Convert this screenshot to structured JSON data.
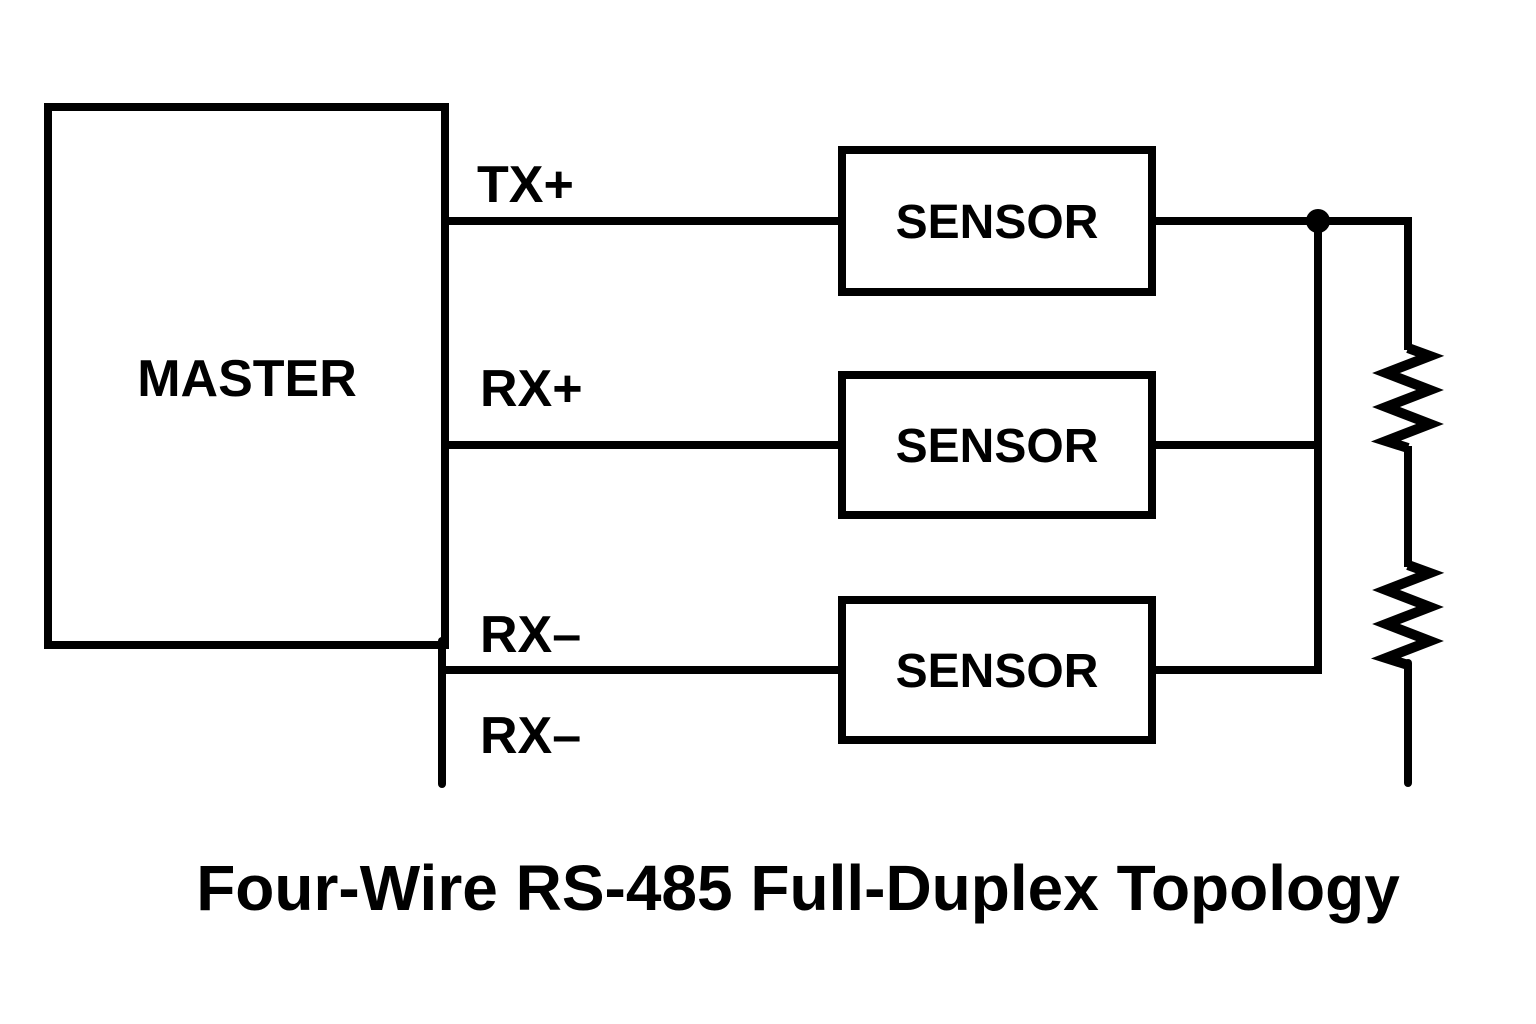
{
  "diagram": {
    "kind": "circuit-topology-diagram",
    "title": "Four-Wire RS-485 Full-Duplex Topology",
    "master": {
      "label": "MASTER"
    },
    "sensors": [
      {
        "label": "SENSOR"
      },
      {
        "label": "SENSOR"
      },
      {
        "label": "SENSOR"
      }
    ],
    "wires": [
      {
        "label": "TX+"
      },
      {
        "label": "RX+"
      },
      {
        "label": "RX–"
      },
      {
        "label": "RX–"
      }
    ],
    "termination": {
      "resistor_count": 2,
      "junction_dots": 1
    },
    "colors": {
      "line": "#000000",
      "background": "#ffffff",
      "text": "#000000"
    }
  }
}
